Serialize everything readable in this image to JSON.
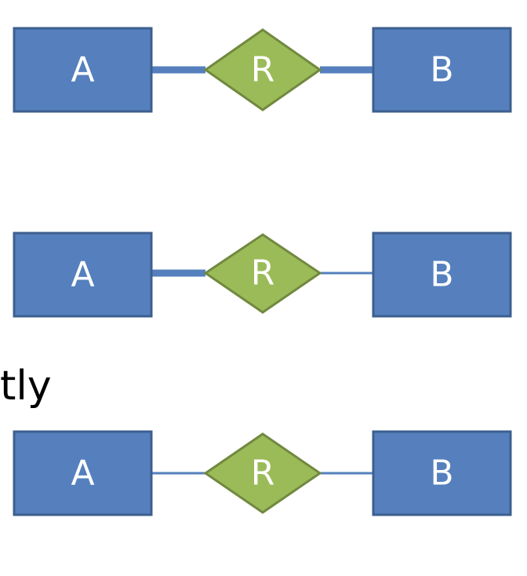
{
  "diagrams": [
    {
      "entity_left": "A",
      "relationship": "R",
      "entity_right": "B",
      "left_link": "thick",
      "right_link": "thick"
    },
    {
      "entity_left": "A",
      "relationship": "R",
      "entity_right": "B",
      "left_link": "thick",
      "right_link": "thin"
    },
    {
      "entity_left": "A",
      "relationship": "R",
      "entity_right": "B",
      "left_link": "thin",
      "right_link": "thin"
    }
  ],
  "text_fragment": "tly",
  "colors": {
    "entity_fill": "#5580BD",
    "entity_stroke": "#3D5F8F",
    "relationship_fill": "#9BBB59",
    "relationship_stroke": "#71893F",
    "line": "#5580BD"
  }
}
